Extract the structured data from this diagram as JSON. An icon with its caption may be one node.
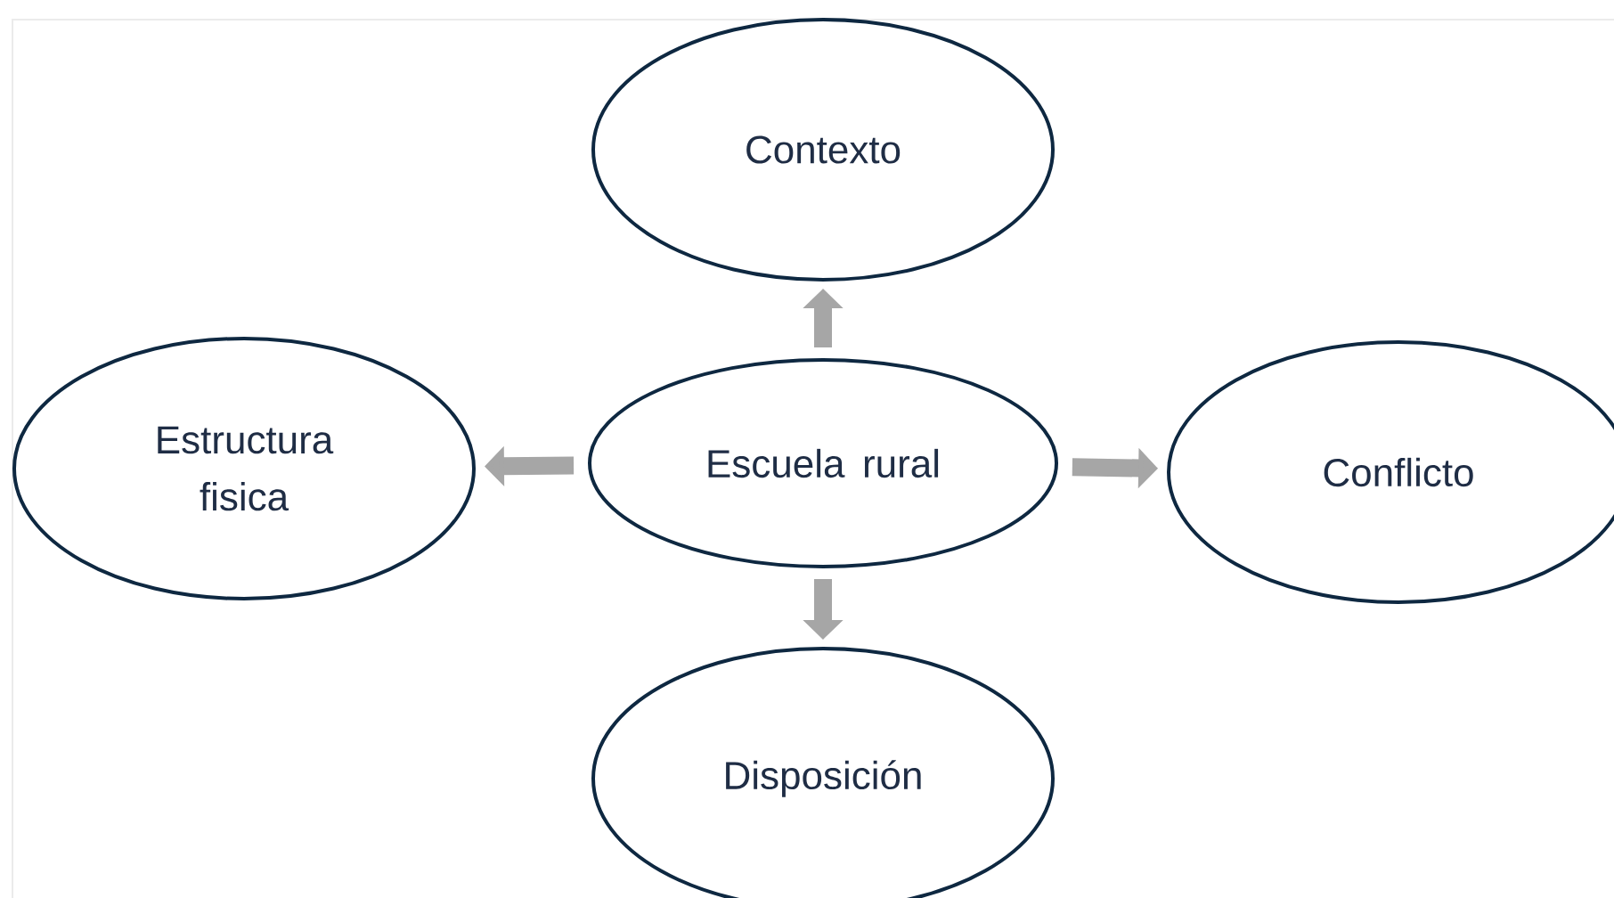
{
  "diagram": {
    "nodes": [
      {
        "text": [
          "Escuela rural"
        ]
      },
      {
        "text": [
          "Contexto"
        ]
      },
      {
        "text": [
          "Estructura fisica"
        ]
      },
      {
        "text": [
          "Conflicto"
        ]
      },
      {
        "text": [
          "Disposición"
        ]
      }
    ],
    "edges": [
      {
        "from": 0,
        "to": 1,
        "arrow": "to"
      },
      {
        "from": 0,
        "to": 2,
        "arrow": "to"
      },
      {
        "from": 0,
        "to": 3,
        "arrow": "to"
      },
      {
        "from": 0,
        "to": 4,
        "arrow": "to"
      }
    ]
  }
}
